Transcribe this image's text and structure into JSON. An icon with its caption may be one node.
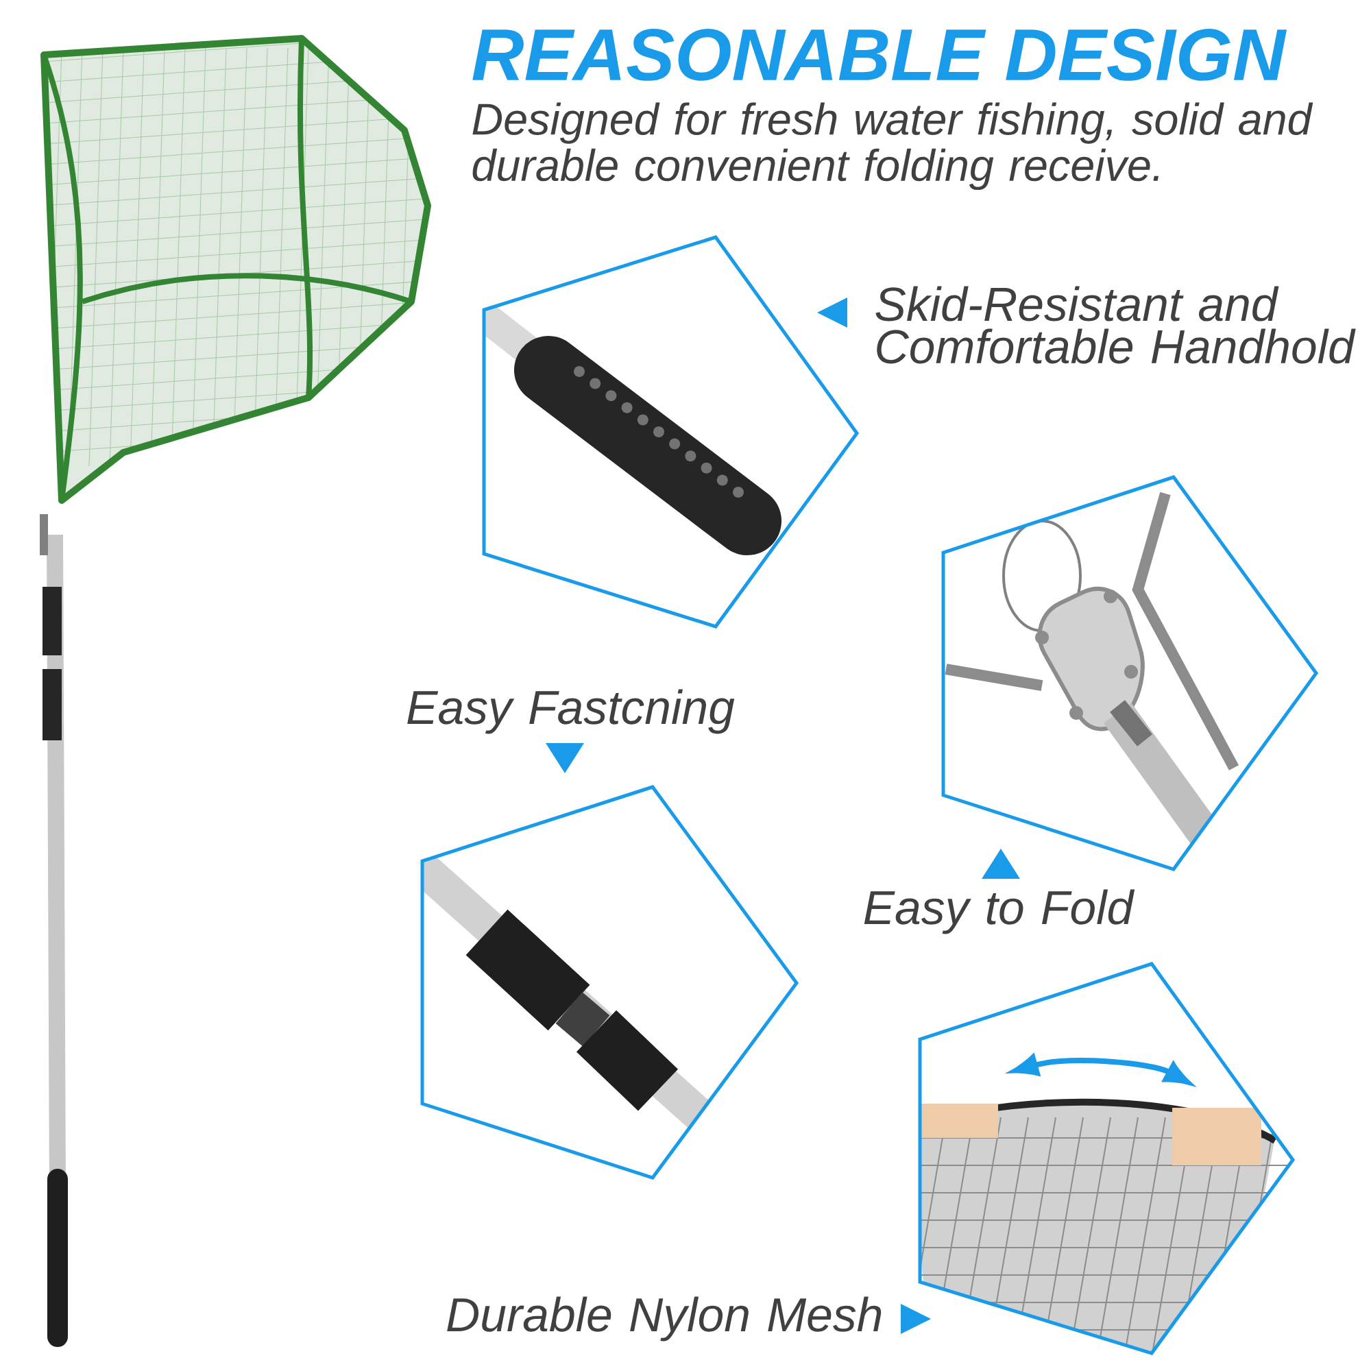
{
  "diagram": {
    "title": "REASONABLE DESIGN",
    "nodes": [
      {
        "text": [],
        "shape": "pentagon",
        "beside": [
          "Skid-Resistant and Comfortable Handhold"
        ]
      },
      {
        "text": [],
        "shape": "pentagon",
        "beside": [
          "Easy to Fold"
        ]
      },
      {
        "text": [],
        "shape": "pentagon",
        "beside": [
          "Easy Fastcning"
        ]
      },
      {
        "text": [],
        "shape": "pentagon",
        "beside": [
          "Durable Nylon Mesh"
        ]
      }
    ],
    "labels": [
      "Designed for fresh water fishing, solid and durable convenient folding receive."
    ]
  }
}
